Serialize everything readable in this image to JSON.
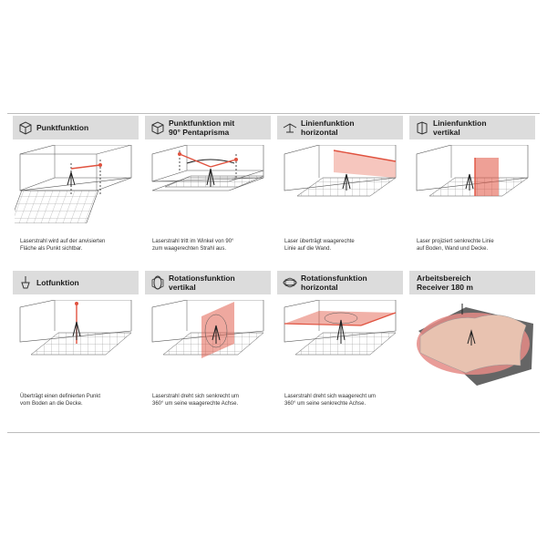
{
  "colors": {
    "header_bg": "#dcdcdc",
    "laser": "#e0523f",
    "plane": "#f3b3a8",
    "area": "#e8c2b0"
  },
  "cells": [
    {
      "icon": "cube-point-icon",
      "title": "Punktfunktion",
      "title2": "",
      "caption": "Laserstrahl wird auf der anvisierten",
      "caption2": "Fläche als Punkt sichtbar."
    },
    {
      "icon": "cube-point-icon",
      "title": "Punktfunktion mit",
      "title2": "90° Pentaprisma",
      "caption": "Laserstrahl tritt im Winkel von 90°",
      "caption2": "zum waagerechten Strahl aus."
    },
    {
      "icon": "horizontal-line-icon",
      "title": "Linienfunktion",
      "title2": "horizontal",
      "caption": "Laser überträgt waagerechte",
      "caption2": "Linie auf die Wand."
    },
    {
      "icon": "vertical-line-icon",
      "title": "Linienfunktion",
      "title2": "vertikal",
      "caption": "Laser projiziert senkrechte Linie",
      "caption2": "auf Boden, Wand und Decke."
    },
    {
      "icon": "plumb-icon",
      "title": "Lotfunktion",
      "title2": "",
      "caption": "Überträgt einen definierten Punkt",
      "caption2": "vom Boden an die Decke."
    },
    {
      "icon": "rotation-vertical-icon",
      "title": "Rotationsfunktion",
      "title2": "vertikal",
      "caption": "Laserstrahl dreht sich senkrecht um",
      "caption2": "360° um seine waagerechte Achse."
    },
    {
      "icon": "rotation-horizontal-icon",
      "title": "Rotationsfunktion",
      "title2": "horizontal",
      "caption": "Laserstrahl dreht sich waagerecht um",
      "caption2": "360° um seine senkrechte Achse."
    },
    {
      "icon": "",
      "title": "Arbeitsbereich",
      "title2": "Receiver 180 m",
      "caption": "",
      "caption2": ""
    }
  ]
}
